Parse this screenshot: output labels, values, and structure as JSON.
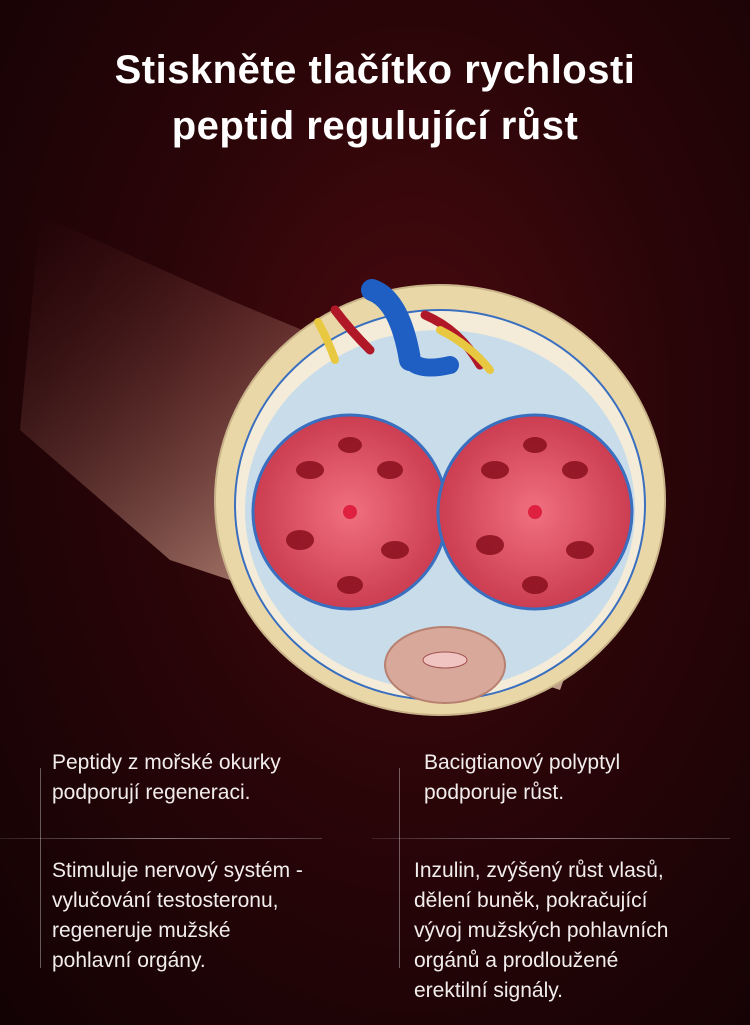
{
  "title": {
    "line1": "Stiskněte tlačítko rychlosti",
    "line2": "peptid regulující růst"
  },
  "features": [
    {
      "lines": [
        "Peptidy z mořské okurky",
        "podporují regeneraci."
      ]
    },
    {
      "lines": [
        "Bacigtianový polyptyl",
        "podporuje růst."
      ]
    },
    {
      "lines": [
        "Stimuluje nervový systém -",
        "vylučování testosteronu,",
        "regeneruje mužské",
        "pohlavní orgány."
      ]
    },
    {
      "lines": [
        "Inzulin, zvýšený růst vlasů,",
        "dělení buněk, pokračující",
        "vývoj mužských pohlavních",
        "orgánů a prodloužené",
        "erektilní signály."
      ]
    }
  ],
  "colors": {
    "accent_red": "#c81e3a",
    "vein_blue": "#1f5fc4",
    "nerve_yellow": "#e8c840"
  }
}
